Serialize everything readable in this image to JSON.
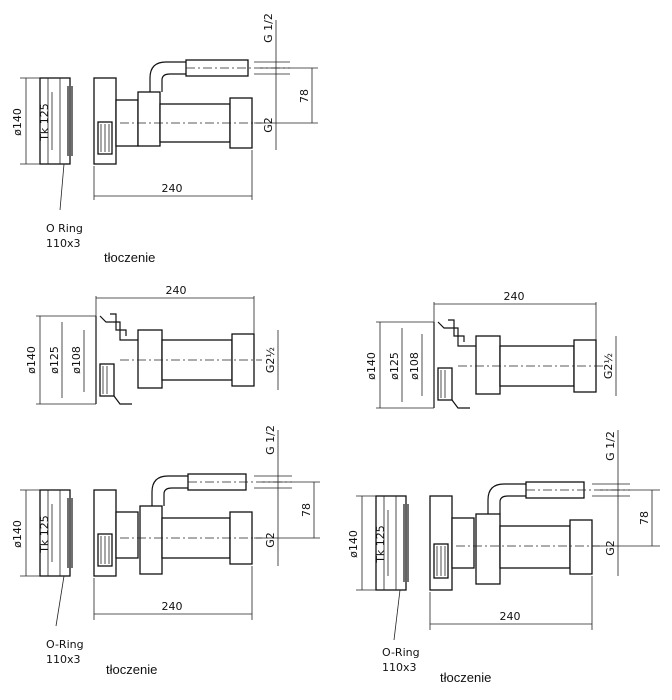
{
  "figures": [
    {
      "labels": {
        "d140": "ø140",
        "tk125": "Tk 125",
        "len": "240",
        "g2": "G2",
        "dim78": "78",
        "g112": "G 1/2",
        "oring1": "O Ring",
        "oring2": "110x3",
        "caption": "tłoczenie"
      }
    },
    {
      "labels": {
        "d140": "ø140",
        "d125": "ø125",
        "d108": "ø108",
        "len": "240",
        "g212": "G2½"
      }
    },
    {
      "labels": {
        "d140": "ø140",
        "d125": "ø125",
        "d108": "ø108",
        "len": "240",
        "g212": "G2½"
      }
    },
    {
      "labels": {
        "d140": "ø140",
        "tk125": "Tk 125",
        "len": "240",
        "g2": "G2",
        "dim78": "78",
        "g112": "G 1/2",
        "oring1": "O-Ring",
        "oring2": "110x3",
        "caption": "tłoczenie"
      }
    },
    {
      "labels": {
        "d140": "ø140",
        "tk125": "Tk 125",
        "len": "240",
        "g2": "G2",
        "dim78": "78",
        "g112": "G 1/2",
        "oring1": "O-Ring",
        "oring2": "110x3",
        "caption": "tłoczenie"
      }
    }
  ]
}
